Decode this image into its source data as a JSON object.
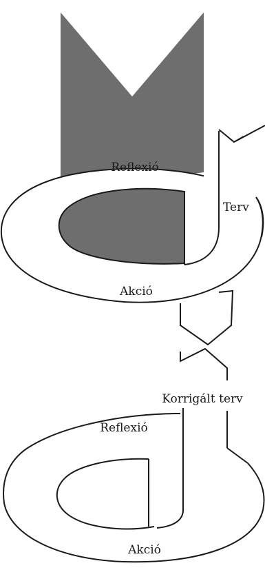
{
  "diagram": {
    "labels": {
      "reflexio_1": "Reflexió",
      "terv": "Terv",
      "akcio_1": "Akció",
      "korrigalt_terv": "Korrigált terv",
      "reflexio_2": "Reflexió",
      "akcio_2": "Akció"
    },
    "colors": {
      "stroke": "#1a1a1a",
      "fill_dark": "#6e6e6e",
      "fill_light": "#ffffff"
    }
  }
}
